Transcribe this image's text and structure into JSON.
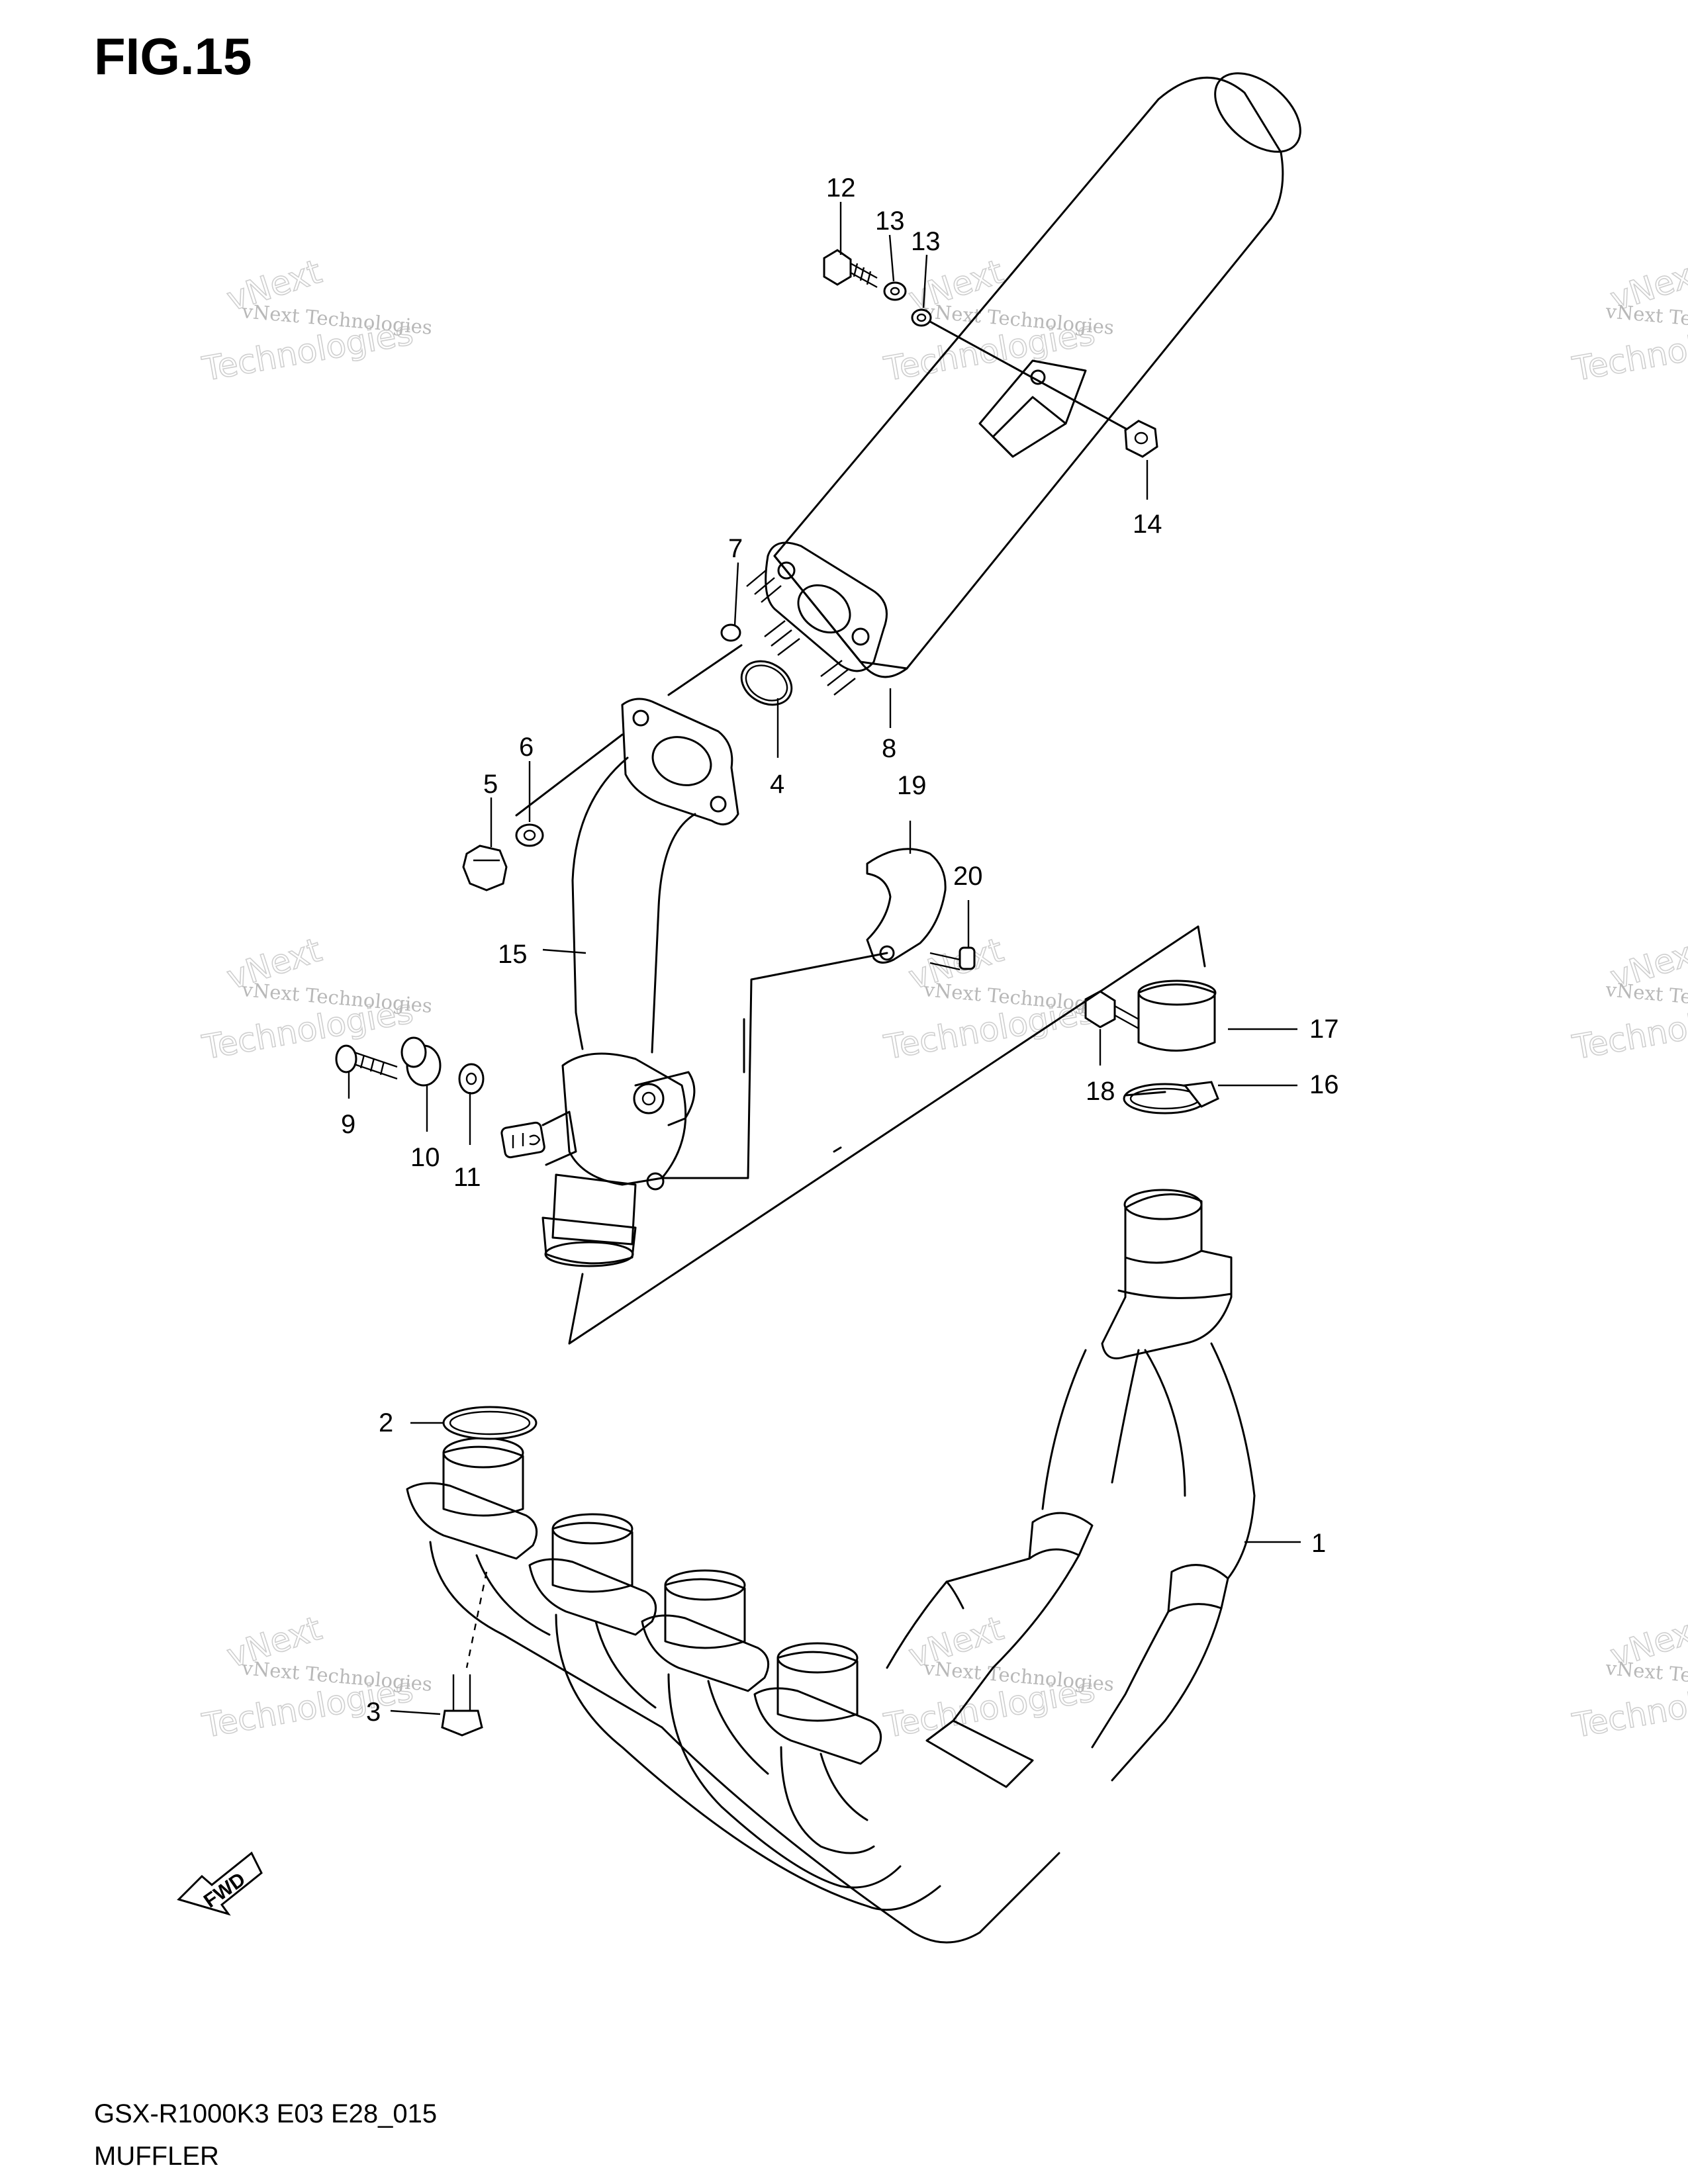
{
  "figure": {
    "title": "FIG.15",
    "code": "GSX-R1000K3 E03 E28_015",
    "name": "MUFFLER"
  },
  "watermark": {
    "line1": "vNext Technologies",
    "line2": "vNext",
    "line3": "Technologies"
  },
  "fwd_label": "FWD",
  "callouts": [
    "1",
    "2",
    "3",
    "4",
    "5",
    "6",
    "7",
    "8",
    "9",
    "10",
    "11",
    "12",
    "13",
    "13",
    "14",
    "15",
    "16",
    "17",
    "18",
    "19",
    "20"
  ]
}
